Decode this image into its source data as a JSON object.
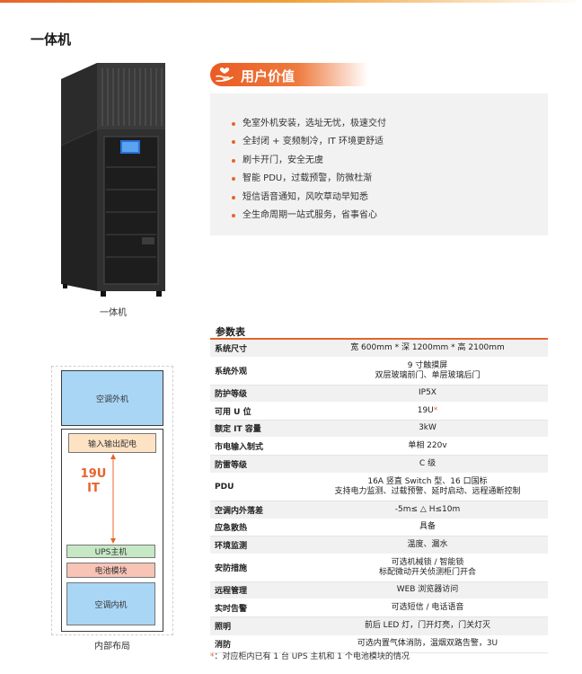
{
  "page": {
    "title": "一体机"
  },
  "colors": {
    "accent": "#e8632b",
    "aircon_blue": "#a9d6f5",
    "ups_green": "#c6e8c4",
    "battery_pink": "#f7c4b6",
    "power_peach": "#fde3c4"
  },
  "product": {
    "caption": "一体机"
  },
  "user_value": {
    "title": "用户价值",
    "icon": "hand-heart-icon",
    "items": [
      "免室外机安装，选址无忧，极速交付",
      "全封闭 + 变频制冷，IT 环境更舒适",
      "刷卡开门，安全无虞",
      "智能 PDU，过载预警，防微杜渐",
      "短信语音通知，风吹草动早知悉",
      "全生命周期一站式服务，省事省心"
    ]
  },
  "layout_diagram": {
    "caption": "内部布局",
    "ac_outdoor": "空调外机",
    "power_distribution": "输入输出配电",
    "it_space_line1": "19U",
    "it_space_line2": "IT",
    "ups": "UPS主机",
    "battery": "电池模块",
    "ac_indoor": "空调内机"
  },
  "params": {
    "title": "参数表",
    "rows": [
      {
        "key": "系统尺寸",
        "value": [
          "宽 600mm * 深 1200mm * 高 2100mm"
        ]
      },
      {
        "key": "系统外观",
        "value": [
          "9 寸触摸屏",
          "双层玻璃前门、单层玻璃后门"
        ]
      },
      {
        "key": "防护等级",
        "value": [
          "IP5X"
        ]
      },
      {
        "key": "可用 U 位",
        "value": [
          "19U"
        ],
        "star": "*"
      },
      {
        "key": "额定 IT 容量",
        "value": [
          "3kW"
        ]
      },
      {
        "key": "市电输入制式",
        "value": [
          "单相 220v"
        ]
      },
      {
        "key": "防雷等级",
        "value": [
          "C 级"
        ]
      },
      {
        "key": "PDU",
        "value": [
          "16A 竖直 Switch 型、16 口国标",
          "支持电力监测、过载预警、延时启动、远程通断控制"
        ]
      },
      {
        "key": "空调内外落差",
        "value": [
          "-5m≤ △ H≤10m"
        ]
      },
      {
        "key": "应急散热",
        "value": [
          "具备"
        ]
      },
      {
        "key": "环境监测",
        "value": [
          "温度、漏水"
        ]
      },
      {
        "key": "安防措施",
        "value": [
          "可选机械锁 / 智能锁",
          "标配微动开关侦测柜门开合"
        ]
      },
      {
        "key": "远程管理",
        "value": [
          "WEB 浏览器访问"
        ]
      },
      {
        "key": "实时告警",
        "value": [
          "可选短信 / 电话语音"
        ]
      },
      {
        "key": "照明",
        "value": [
          "前后 LED 灯，门开灯亮，门关灯灭"
        ]
      },
      {
        "key": "消防",
        "value": [
          "可选内置气体消防，温烟双路告警，3U"
        ]
      }
    ],
    "footnote_mark": "*",
    "footnote": "：对应柜内已有 1 台 UPS 主机和 1 个电池模块的情况"
  }
}
